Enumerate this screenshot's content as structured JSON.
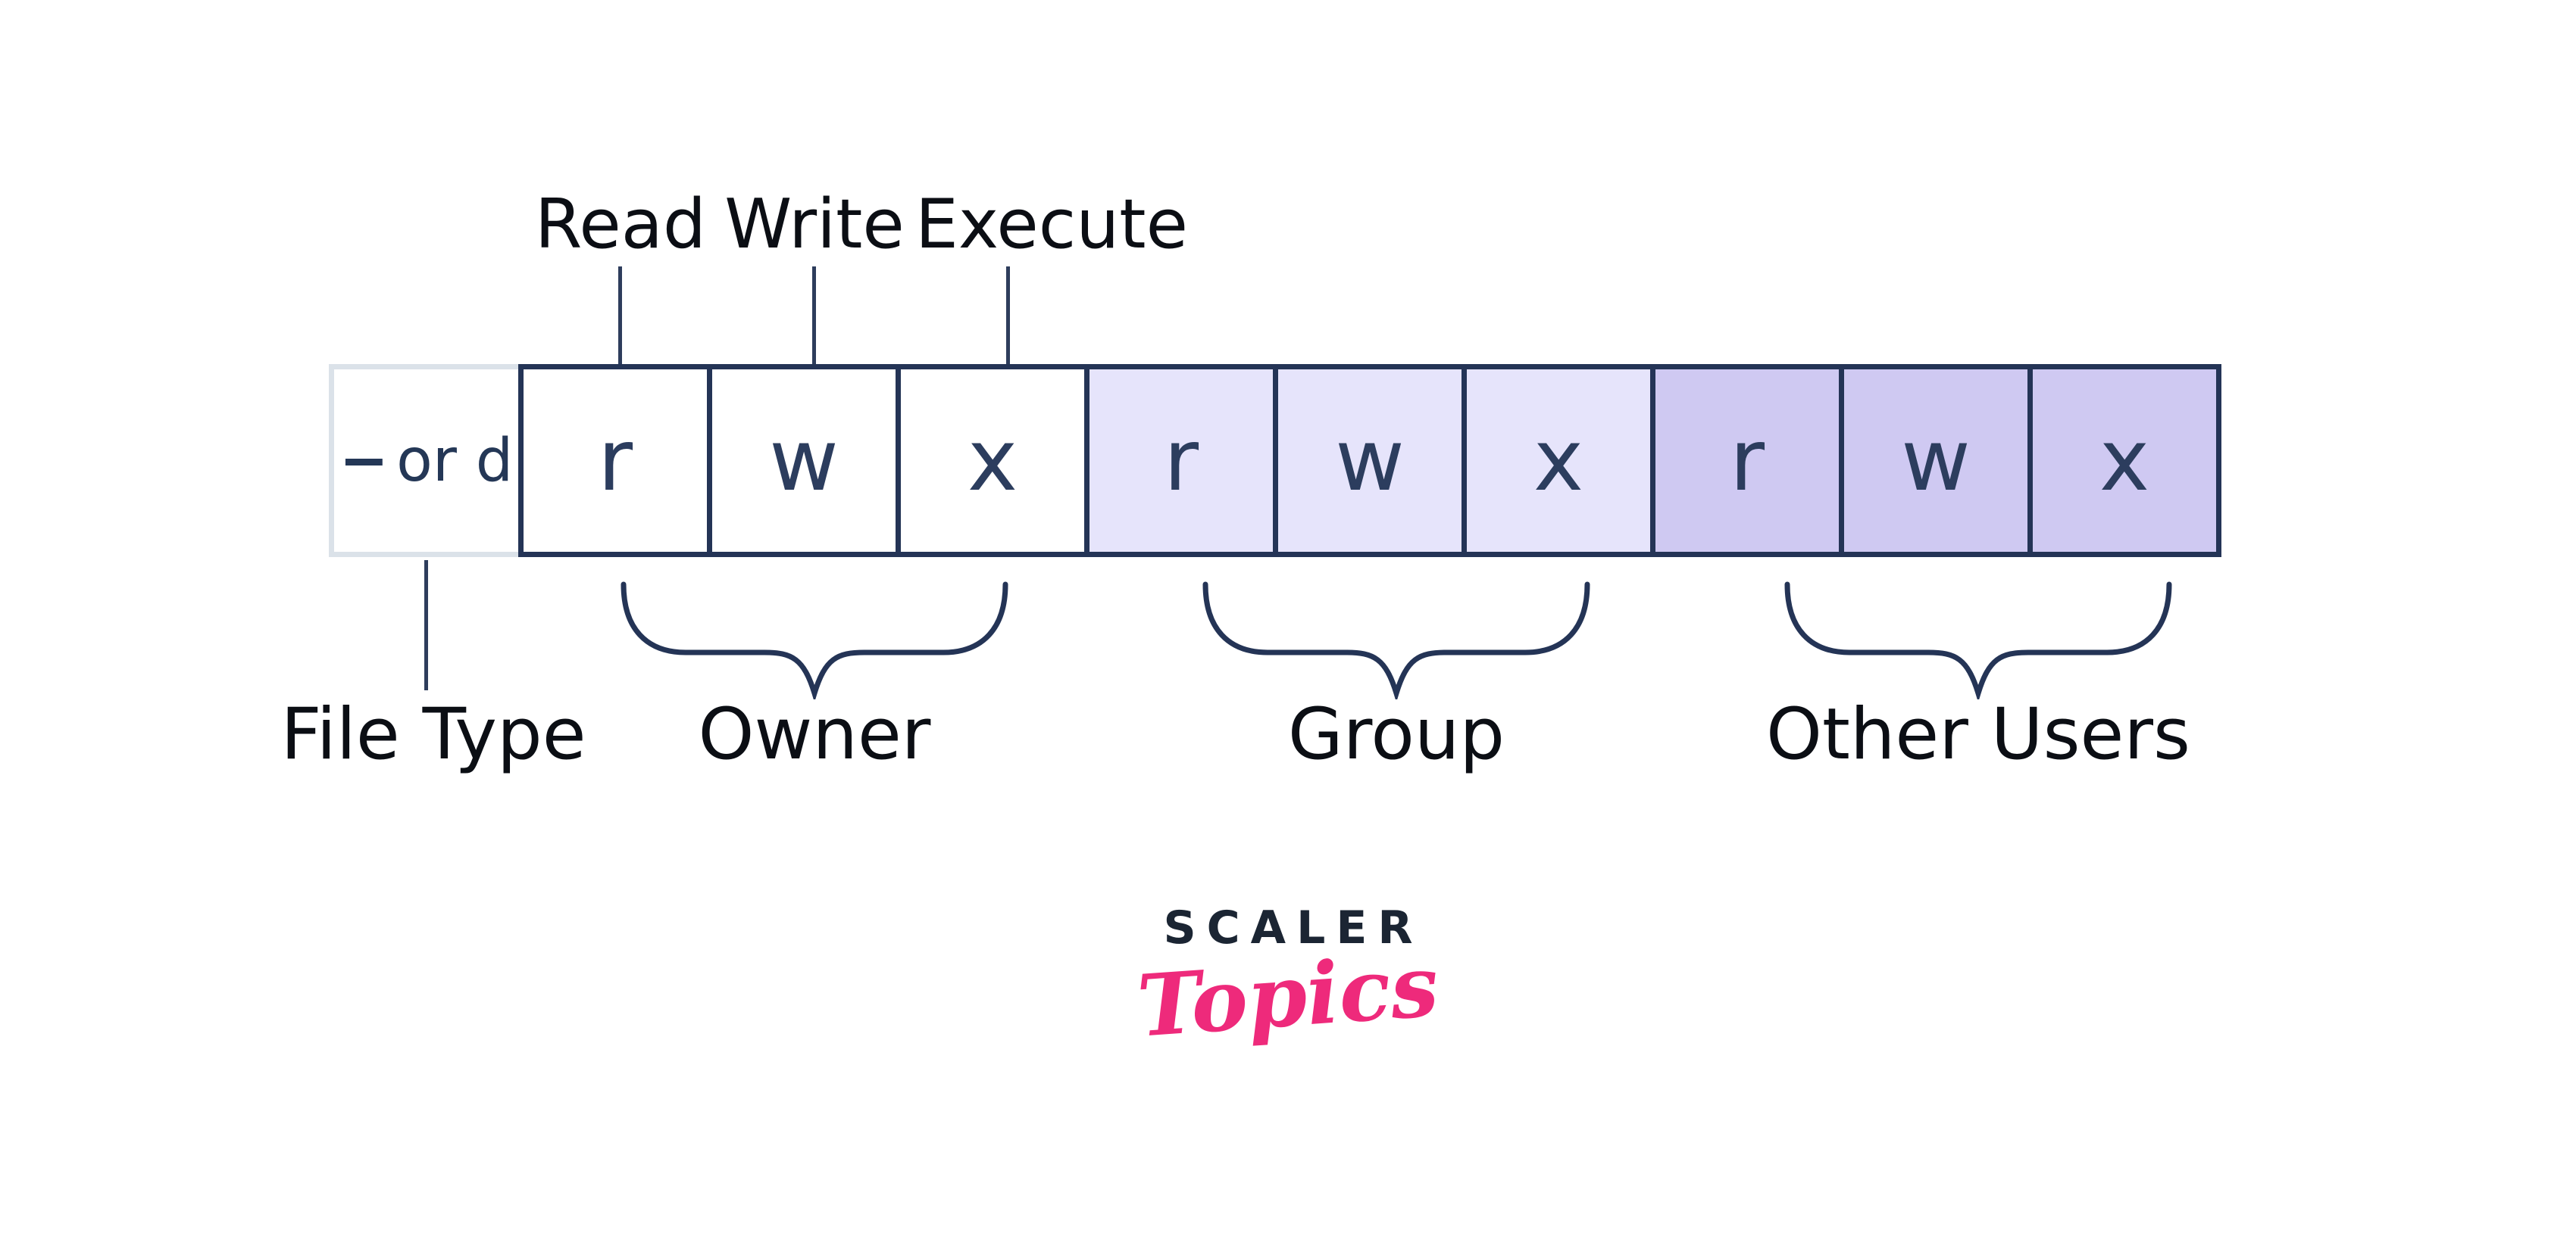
{
  "top_labels": {
    "read": "Read",
    "write": "Write",
    "execute": "Execute"
  },
  "permission_row": {
    "file_type_cell": {
      "dash": "−",
      "text": "or d"
    },
    "owner_cells": [
      "r",
      "w",
      "x"
    ],
    "group_cells": [
      "r",
      "w",
      "x"
    ],
    "other_cells": [
      "r",
      "w",
      "x"
    ]
  },
  "bottom_labels": {
    "file_type": "File Type",
    "owner": "Owner",
    "group": "Group",
    "other_users": "Other Users"
  },
  "logo": {
    "primary": "SCALER",
    "secondary": "Topics"
  },
  "colors": {
    "line_navy": "#243456",
    "letter_navy": "#2c3d5e",
    "label_black": "#0b0e14",
    "owner_fill": "#ffffff",
    "group_fill": "#e6e4fb",
    "other_fill": "#cfc9f2",
    "file_type_border": "#dbe2e9",
    "logo_navy": "#1b2533",
    "logo_pink": "#ee2a7b"
  }
}
